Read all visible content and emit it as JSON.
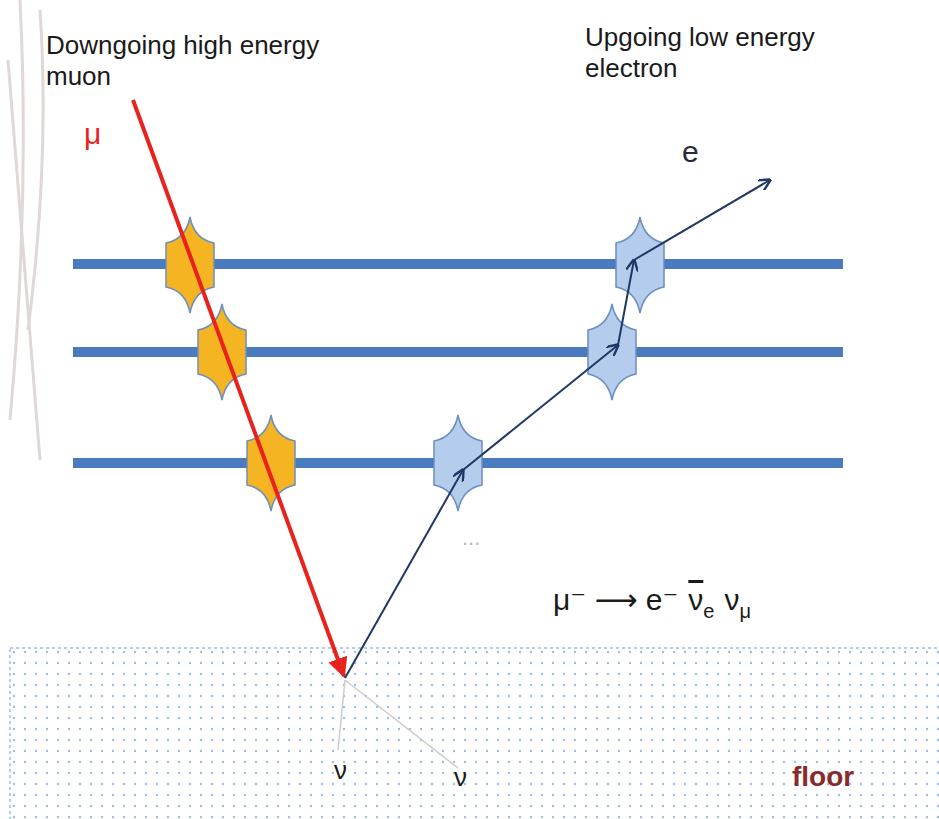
{
  "diagram": {
    "labels": [
      "Downgoing high energy muon",
      "Upgoing low energy electron",
      "μ",
      "e",
      "...",
      "μ⁻ ⟶ e⁻",
      "ν",
      "e",
      "ν",
      "μ",
      "ν",
      "ν",
      "floor"
    ]
  }
}
